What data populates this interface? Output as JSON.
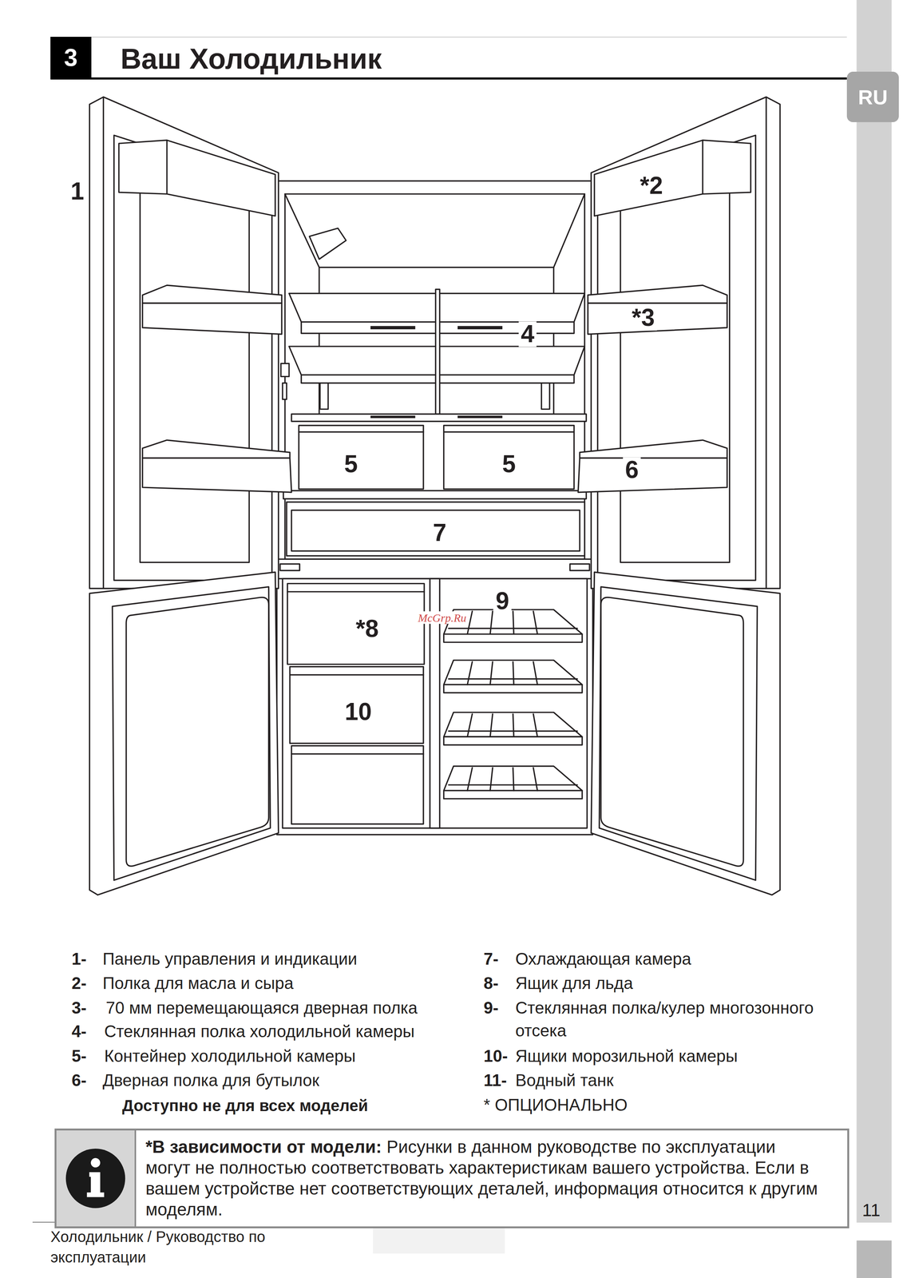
{
  "diagram": {
    "title": "Ваш Холодильник",
    "nodes": [
      {
        "text": [
          "3"
        ]
      },
      {
        "text": [
          "RU"
        ]
      },
      {
        "text": [
          "*В зависимости от модели:",
          "Рисунки в данном руководстве по эксплуатации могут не полностью соответствовать характеристикам вашего устройства. Если в вашем устройстве нет соответствующих деталей, информация относится к другим моделям."
        ]
      }
    ],
    "labels": [
      "1",
      "*2",
      "*3",
      "4",
      "5",
      "5",
      "6",
      "7",
      "9",
      "*8",
      "McGrp.Ru",
      "10",
      "1-",
      "Панель управления и индикации",
      "2-",
      "Полка для масла и сыра",
      "3-",
      "70 мм перемещающаяся дверная полка",
      "4-",
      "Стеклянная полка холодильной камеры",
      "5-",
      "Контейнер холодильной камеры",
      "6-",
      "Дверная полка для бутылок",
      "Доступно не для всех моделей",
      "7-",
      "Охлаждающая камера",
      "8-",
      "Ящик для льда",
      "9-",
      "Стеклянная полка/кулер многозонного отсека",
      "10-",
      "Ящики морозильной камеры",
      "11-",
      "Водный танк",
      "* ОПЦИОНАЛЬНО",
      "11",
      "Холодильник / Руководство по эксплуатации"
    ]
  }
}
